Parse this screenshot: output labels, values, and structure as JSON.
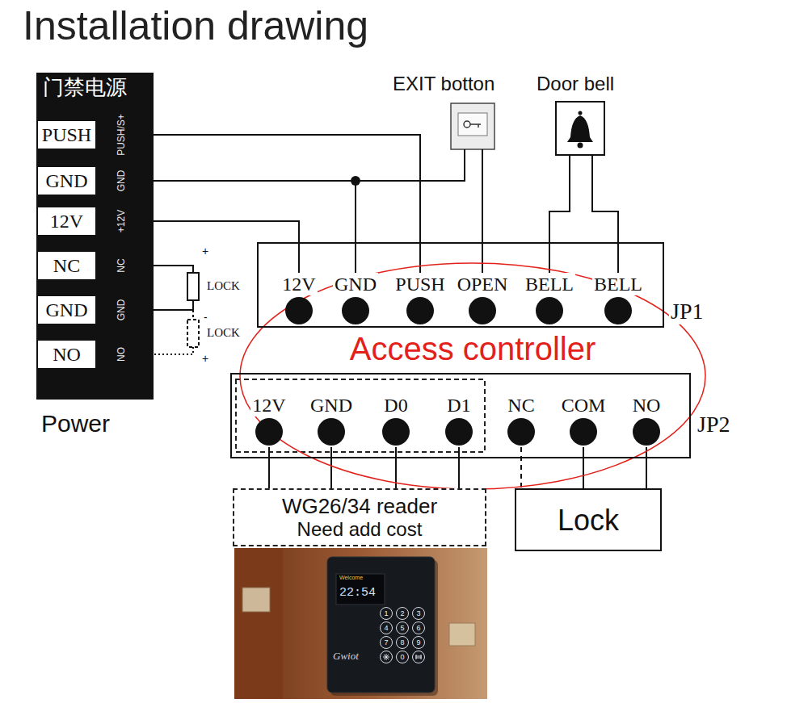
{
  "diagram": {
    "title": "Installation drawing",
    "nodes": [
      {
        "text": [
          "门禁电源",
          "Power"
        ]
      },
      {
        "text": [
          "PUSH",
          "PUSH/S+"
        ],
        "in": 0
      },
      {
        "text": [
          "GND",
          "GND"
        ],
        "in": 0
      },
      {
        "text": [
          "12V",
          "+12V"
        ],
        "in": 0
      },
      {
        "text": [
          "NC",
          "NC"
        ],
        "in": 0
      },
      {
        "text": [
          "GND",
          "GND"
        ],
        "in": 0
      },
      {
        "text": [
          "NO",
          "NO"
        ],
        "in": 0
      },
      {
        "text": [
          "EXIT botton"
        ]
      },
      {
        "text": [
          "Door bell"
        ]
      },
      {
        "text": [
          "Access controller"
        ]
      },
      {
        "text": [
          "JP1"
        ]
      },
      {
        "text": [
          "12V"
        ],
        "in": 10
      },
      {
        "text": [
          "GND"
        ],
        "in": 10
      },
      {
        "text": [
          "PUSH"
        ],
        "in": 10
      },
      {
        "text": [
          "OPEN"
        ],
        "in": 10
      },
      {
        "text": [
          "BELL"
        ],
        "in": 10
      },
      {
        "text": [
          "BELL"
        ],
        "in": 10
      },
      {
        "text": [
          "JP2"
        ]
      },
      {
        "text": [
          "12V"
        ],
        "in": 17
      },
      {
        "text": [
          "GND"
        ],
        "in": 17
      },
      {
        "text": [
          "D0"
        ],
        "in": 17
      },
      {
        "text": [
          "D1"
        ],
        "in": 17
      },
      {
        "text": [
          "NC"
        ],
        "in": 17
      },
      {
        "text": [
          "COM"
        ],
        "in": 17
      },
      {
        "text": [
          "NO"
        ],
        "in": 17
      },
      {
        "text": [
          "WG26/34 reader",
          "Need add cost"
        ]
      },
      {
        "text": [
          "Lock"
        ]
      }
    ],
    "edges": [
      {
        "from": 1,
        "to": 13,
        "arrow": "none"
      },
      {
        "from": 2,
        "to": 12,
        "arrow": "none"
      },
      {
        "from": 2,
        "to": 7,
        "arrow": "none"
      },
      {
        "from": 7,
        "to": 14,
        "arrow": "none"
      },
      {
        "from": 3,
        "to": 11,
        "arrow": "none"
      },
      {
        "from": 8,
        "to": 15,
        "arrow": "none"
      },
      {
        "from": 8,
        "to": 16,
        "arrow": "none"
      },
      {
        "from": 18,
        "to": 25,
        "arrow": "none"
      },
      {
        "from": 19,
        "to": 25,
        "arrow": "none"
      },
      {
        "from": 20,
        "to": 25,
        "arrow": "none"
      },
      {
        "from": 21,
        "to": 25,
        "arrow": "none"
      },
      {
        "from": 22,
        "to": 26,
        "arrow": "none"
      },
      {
        "from": 23,
        "to": 26,
        "arrow": "none"
      },
      {
        "from": 24,
        "to": 26,
        "arrow": "none"
      }
    ],
    "labels": [
      "LOCK",
      "+",
      "-",
      "LOCK",
      "+",
      "Welcome",
      "22:54",
      "1",
      "2",
      "3",
      "4",
      "5",
      "6",
      "7",
      "8",
      "9",
      "0",
      "Gwiot"
    ]
  }
}
